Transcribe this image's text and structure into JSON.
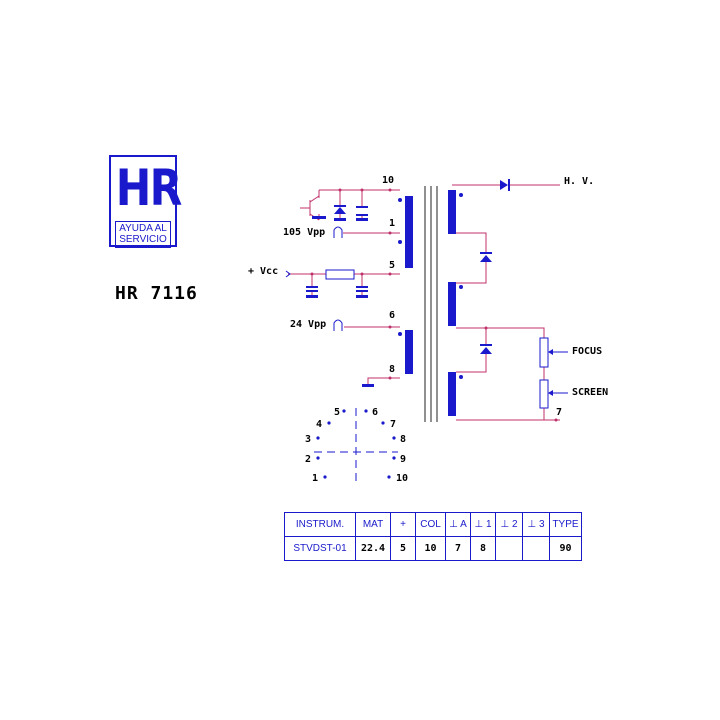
{
  "logo": {
    "mark": "HR",
    "line1": "AYUDA AL",
    "line2": "SERVICIO"
  },
  "model": "HR 7116",
  "labels": {
    "pin10": "10",
    "pin1": "1",
    "pin5": "5",
    "pin6": "6",
    "pin8": "8",
    "pin7": "7",
    "vpp105": "105  Vpp",
    "vcc": "+ Vcc",
    "vpp24": "24  Vpp",
    "hv": "H. V.",
    "focus": "FOCUS",
    "screen": "SCREEN"
  },
  "connector": [
    "5",
    "6",
    "4",
    "7",
    "3",
    "8",
    "2",
    "9",
    "1",
    "10"
  ],
  "table": {
    "headers": [
      "INSTRUM.",
      "MAT",
      "+",
      "COL",
      "⊥ A",
      "⊥ 1",
      "⊥ 2",
      "⊥ 3",
      "TYPE"
    ],
    "values": [
      "STVDST-01",
      "22.4",
      "5",
      "10",
      "7",
      "8",
      "",
      "",
      "90"
    ]
  }
}
